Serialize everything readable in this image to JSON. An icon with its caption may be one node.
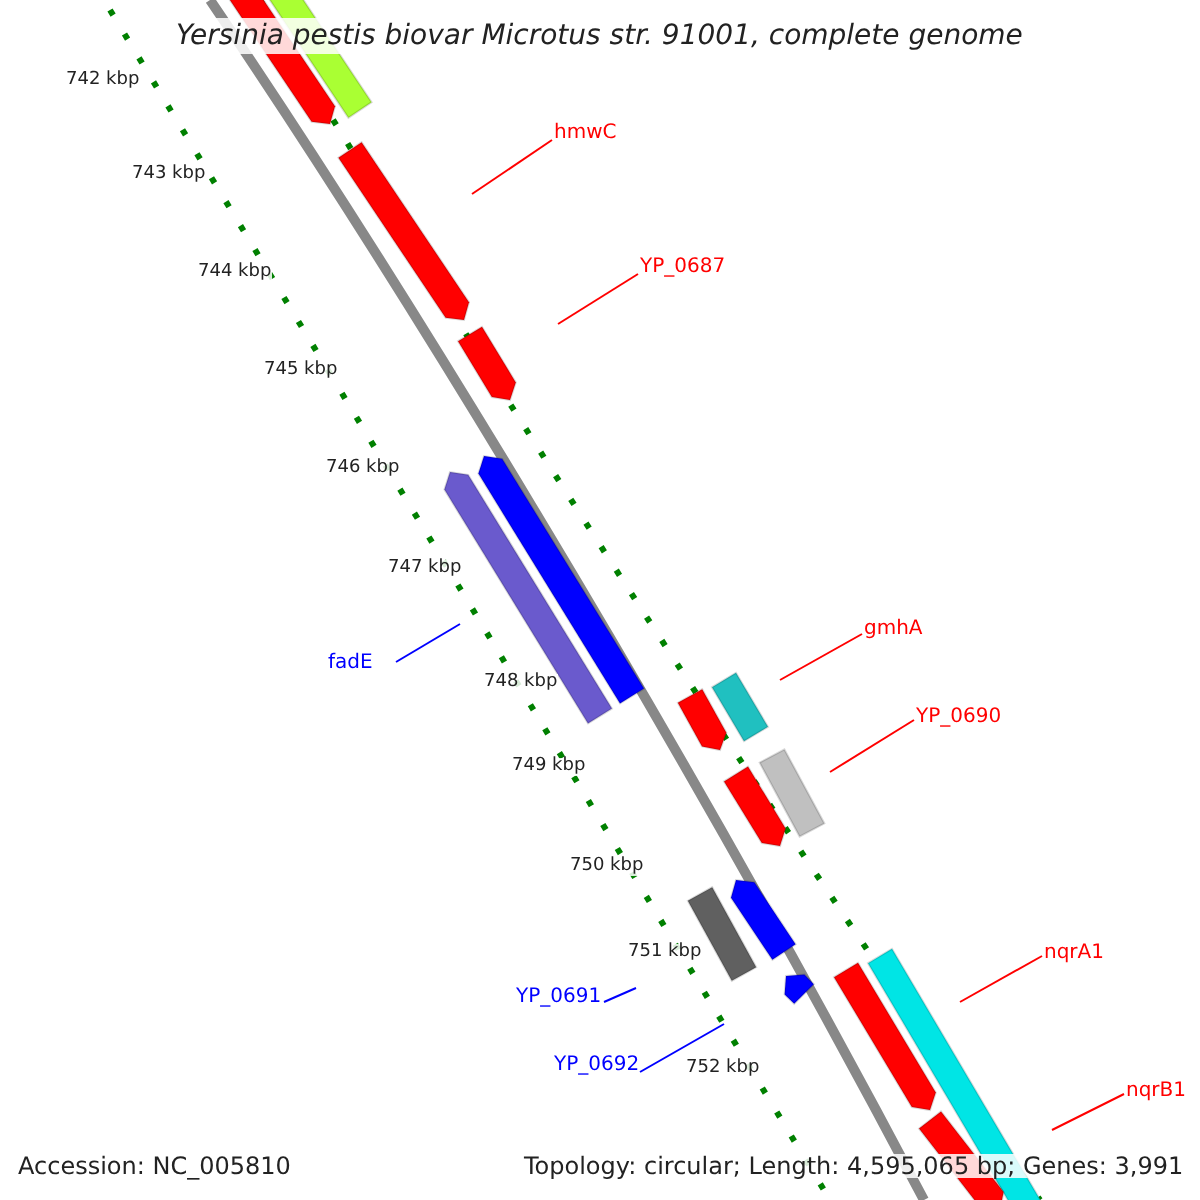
{
  "diagram": {
    "title": "Yersinia pestis biovar Microtus str. 91001, complete genome",
    "nodes": [
      {
        "text": [
          "hmwC"
        ]
      },
      {
        "text": [
          "YP_0687"
        ]
      },
      {
        "text": [
          "fadE"
        ]
      },
      {
        "text": [
          "gmhA"
        ]
      },
      {
        "text": [
          "YP_0690"
        ]
      },
      {
        "text": [
          "nqrA1"
        ]
      },
      {
        "text": [
          "YP_0691"
        ]
      },
      {
        "text": [
          "YP_0692"
        ]
      },
      {
        "text": [
          "nqrB1"
        ]
      }
    ],
    "edges": [
      {
        "from": 0,
        "to": null,
        "arrow": "none"
      },
      {
        "from": 1,
        "to": null,
        "arrow": "none"
      },
      {
        "from": 2,
        "to": null,
        "arrow": "none",
        "color": "#0000ff"
      },
      {
        "from": 3,
        "to": null,
        "arrow": "none"
      },
      {
        "from": 4,
        "to": null,
        "arrow": "none"
      },
      {
        "from": 5,
        "to": null,
        "arrow": "none"
      },
      {
        "from": 6,
        "to": null,
        "arrow": "none",
        "color": "#0000ff"
      },
      {
        "from": 7,
        "to": null,
        "arrow": "none",
        "color": "#0000ff"
      },
      {
        "from": 8,
        "to": null,
        "arrow": "none"
      }
    ],
    "labels": [
      "742 kbp",
      "743 kbp",
      "744 kbp",
      "745 kbp",
      "746 kbp",
      "747 kbp",
      "748 kbp",
      "749 kbp",
      "750 kbp",
      "751 kbp",
      "752 kbp",
      "Accession: NC_005810",
      "Topology: circular; Length: 4,595,065 bp; Genes: 3,991"
    ]
  }
}
